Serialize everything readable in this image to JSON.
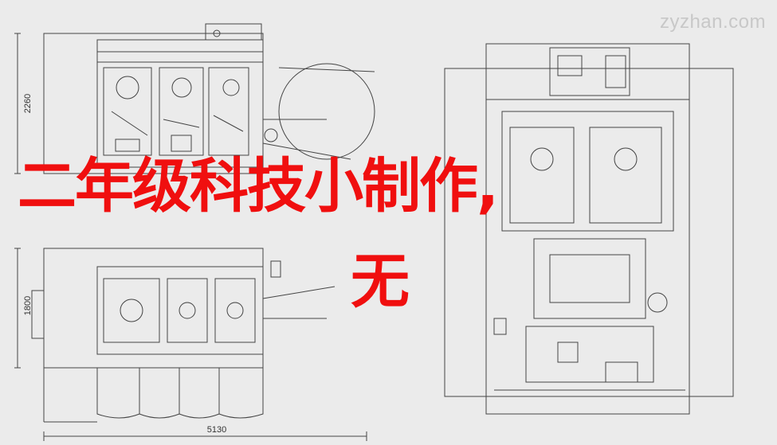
{
  "watermark": "zyzhan.com",
  "headline": {
    "line1": "二年级科技小制作,",
    "line2": "无",
    "color": "#f00f0f"
  },
  "dimensions": {
    "height_top": "2260",
    "height_bottom": "1800",
    "width_bottom": "5130"
  },
  "colors": {
    "background": "#ebebeb",
    "line": "#444444"
  }
}
